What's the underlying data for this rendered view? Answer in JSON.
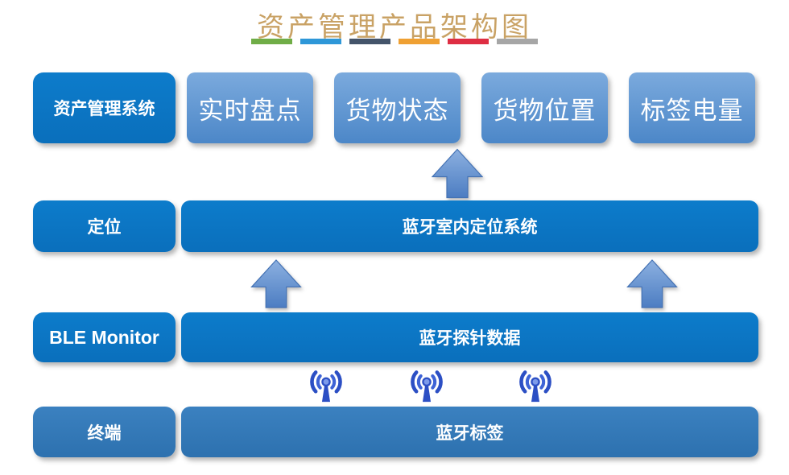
{
  "title": {
    "text": "资产管理产品架构图",
    "color": "#C9A265",
    "underline_colors": [
      "#70AD47",
      "#2E97D8",
      "#44546A",
      "#EFA033",
      "#DE2E43",
      "#A6A6A6"
    ]
  },
  "system_row": {
    "label": "资产管理系统",
    "features": [
      "实时盘点",
      "货物状态",
      "货物位置",
      "标签电量"
    ]
  },
  "layers": [
    {
      "label": "定位",
      "bar": "蓝牙室内定位系统"
    },
    {
      "label": "BLE Monitor",
      "bar": "蓝牙探针数据"
    },
    {
      "label": "终端",
      "bar": "蓝牙标签"
    }
  ],
  "icons": {
    "up_arrows": 3,
    "antennas": 3
  },
  "colors": {
    "primary_blue": "#0B74C2",
    "muted_blue": "#2E75B6",
    "light_blue_top": "#7BAADD",
    "light_blue_bottom": "#4C87C8",
    "arrow_blue": "#5E8FD2",
    "antenna_blue": "#2C4FC4"
  }
}
